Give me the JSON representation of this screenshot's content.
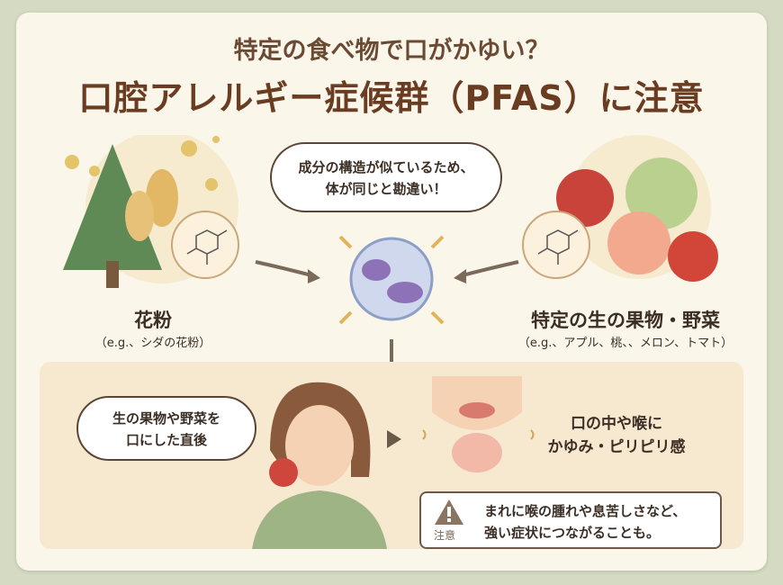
{
  "title": {
    "line1": "特定の食べ物で口がかゆい？",
    "line2": "口腔アレルギー症候群（PFAS）に注意"
  },
  "thought_bubble": {
    "line1": "成分の構造が似ているため、",
    "line2": "体が同じと勘違い！"
  },
  "pollen": {
    "label": "花粉",
    "example": "（e.g.、シダの花粉）"
  },
  "foods": {
    "label": "特定の生の果物・野菜",
    "example": "（e.g.、アプル、桃、、メロン、トマト）"
  },
  "eating_bubble": {
    "line1": "生の果物や野菜を",
    "line2": "口にした直後"
  },
  "symptom": {
    "line1": "口の中や喉に",
    "line2": "かゆみ・ピリピリ感"
  },
  "warning": {
    "tag": "注意",
    "line1": "まれに喉の腫れや息苦しさなど、",
    "line2": "強い症状につながることも。"
  },
  "colors": {
    "background": "#d5dbc2",
    "card": "#fbf6ea",
    "title": "#6a3c22",
    "panel": "#f6e9d0"
  }
}
